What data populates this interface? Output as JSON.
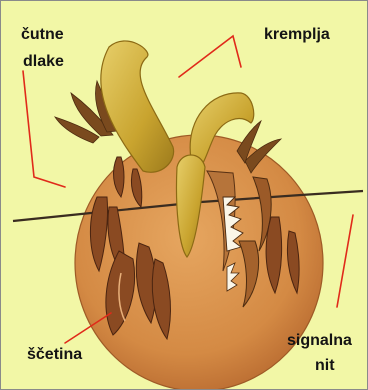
{
  "labels": {
    "sensory_hairs": [
      "čutne",
      "dlake"
    ],
    "claws": "kremplja",
    "bristle": "ščetina",
    "signal_thread": [
      "signalna",
      "nit"
    ]
  },
  "colors": {
    "background": "#f2f7a6",
    "body": "#d9924a",
    "claw": "#c9a42f",
    "bristle": "#8a4a22",
    "pointer_line": "#e02a1a",
    "thread": "#3a2c20"
  }
}
